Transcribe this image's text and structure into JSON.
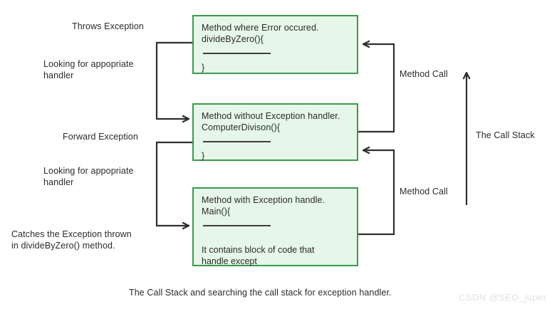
{
  "diagram": {
    "caption": "The Call Stack and searching the call stack for exception handler.",
    "watermark": "CSDN @SEO_juper",
    "colors": {
      "box_fill": "#e6f6e8",
      "box_border": "#3a9a4e",
      "connector": "#2f2f2f",
      "text": "#2b2b2b",
      "background": "#ffffff",
      "watermark": "#e2e2e2"
    },
    "boxes": [
      {
        "id": "divide-by-zero",
        "title": "Method where Error occured.\ndivideByZero(){",
        "brace": "}",
        "body": ""
      },
      {
        "id": "computer-division",
        "title": "Method without Exception handler.\nComputerDivison(){",
        "brace": "}",
        "body": ""
      },
      {
        "id": "main",
        "title": "Method with Exception handle.\nMain(){",
        "brace": "",
        "body": "It contains block of code that\nhandle except"
      }
    ],
    "left_labels": [
      {
        "id": "throws-exception",
        "text": "Throws Exception"
      },
      {
        "id": "looking-for-handler-1",
        "text": "Looking for appopriate\nhandler"
      },
      {
        "id": "forward-exception",
        "text": "Forward Exception"
      },
      {
        "id": "looking-for-handler-2",
        "text": "Looking for appopriate\nhandler"
      },
      {
        "id": "catches-exception",
        "text": "Catches the Exception thrown\nin divideByZero() method."
      }
    ],
    "right_labels": [
      {
        "id": "method-call-upper",
        "text": "Method Call"
      },
      {
        "id": "method-call-lower",
        "text": "Method Call"
      },
      {
        "id": "the-call-stack",
        "text": "The Call Stack"
      }
    ]
  }
}
